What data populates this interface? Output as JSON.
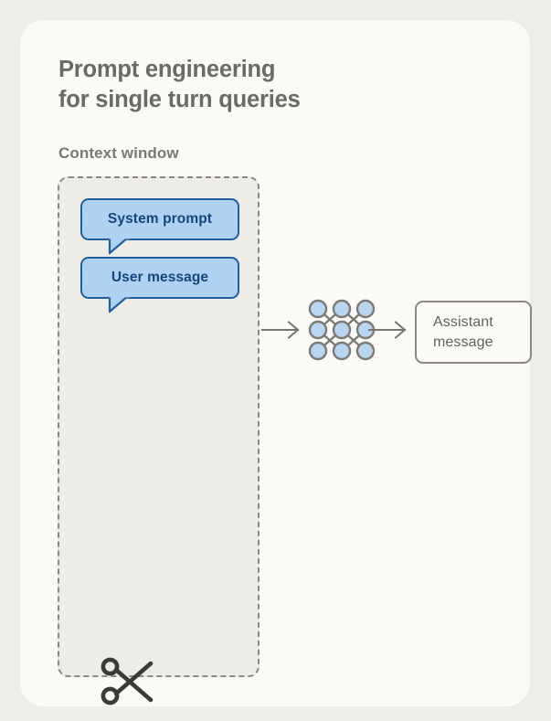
{
  "card": {
    "title": "Prompt engineering\nfor single turn queries",
    "subtitle": "Context window"
  },
  "context_window": {
    "bubbles": [
      {
        "id": "system-prompt",
        "label": "System prompt"
      },
      {
        "id": "user-message",
        "label": "User message"
      }
    ],
    "truncation_icon": "scissors-icon"
  },
  "pipeline": {
    "input_arrow": "arrow-right-icon",
    "model": "neural-network-icon",
    "output_arrow": "arrow-right-icon",
    "output": {
      "label": "Assistant\nmessage"
    }
  },
  "colors": {
    "page_background": "#EFEDE7",
    "card_background": "#FBFAF7",
    "panel_fill": "#EEECE7",
    "panel_border": "#8A8880",
    "bubble_fill": "#AFD2F2",
    "bubble_border": "#1F5FA0",
    "bubble_text": "#14457C",
    "title_text": "#6C6A65",
    "body_text": "#63615C",
    "node_fill": "#B9D6F0",
    "node_stroke": "#8A8880"
  }
}
